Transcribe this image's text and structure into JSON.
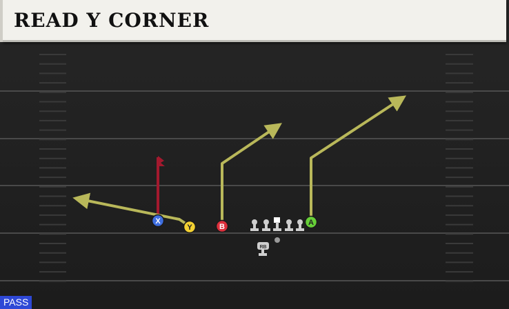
{
  "play": {
    "title": "READ Y CORNER",
    "type_badge": "PASS"
  },
  "receivers": [
    {
      "id": "X",
      "color": "#3e6ee0",
      "label_color": "#ffffff"
    },
    {
      "id": "Y",
      "color": "#f3d132",
      "label_color": "#222222"
    },
    {
      "id": "B",
      "color": "#dd2f3c",
      "label_color": "#ffffff"
    },
    {
      "id": "A",
      "color": "#66cf38",
      "label_color": "#222222"
    }
  ],
  "backfield": {
    "rb_label": "RB"
  },
  "colors": {
    "route": "#b9b85a",
    "block_route": "#a3192e",
    "yard_line": "#4a4a4a",
    "hash": "#3a3a3a",
    "lineman": "#cfcfcf"
  }
}
